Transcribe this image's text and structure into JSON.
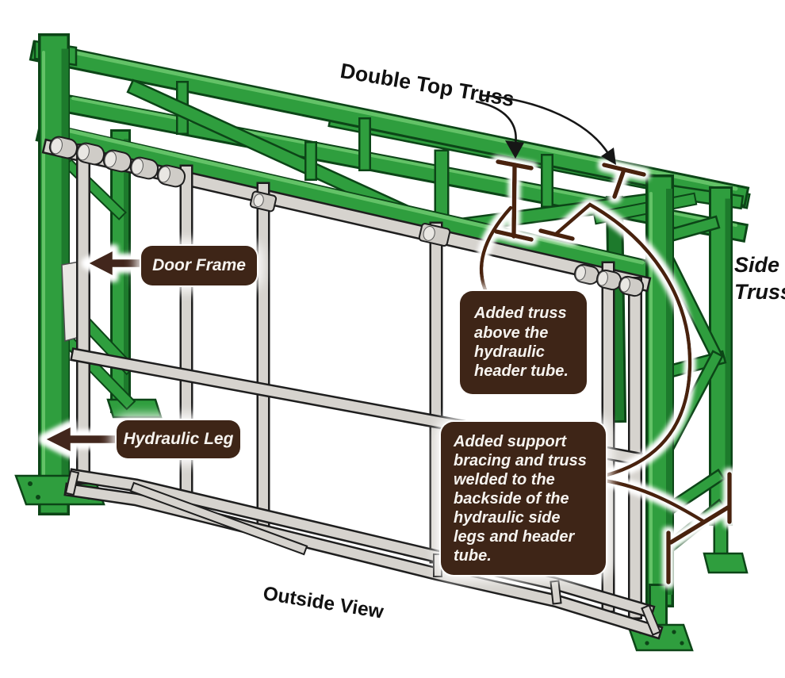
{
  "labels": {
    "double_top_truss": "Double Top Truss",
    "side_truss": {
      "line1": "Side",
      "line2": "Truss"
    },
    "outside_view": "Outside View"
  },
  "callouts": {
    "door_frame": "Door Frame",
    "hydraulic_leg": "Hydraulic Leg",
    "added_truss": "Added truss above the hydraulic header tube.",
    "added_support": "Added support bracing and truss welded to the backside of the hydraulic side legs and header tube."
  },
  "colors": {
    "frame_green": "#2f9e3e",
    "frame_green_dark": "#1d7a2c",
    "frame_green_outline": "#0c4517",
    "door_gray": "#d6d3ce",
    "callout_brown": "#3e2517",
    "leader_brown": "#4a2410",
    "callout_text": "#f6f3ef",
    "label_black": "#111111",
    "background": "#ffffff"
  },
  "icons": {
    "door_frame_arrow": "left-arrow",
    "hydraulic_leg_arrow": "left-arrow",
    "double_top_truss_arrows": "curved-down-arrow",
    "truss_section_marks": "i-beam-section-mark",
    "side_leg_bracket": "dimension-bracket"
  }
}
